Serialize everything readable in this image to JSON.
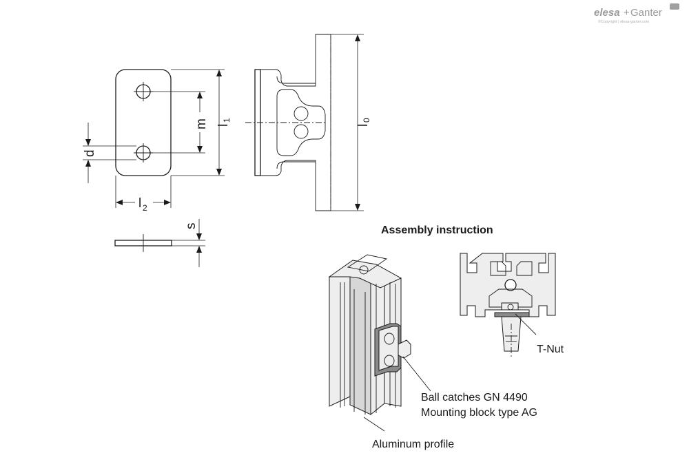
{
  "logo": {
    "brand_left": "elesa",
    "brand_sep": "+",
    "brand_right": "Ganter",
    "copyright": "©Copyright | elesa-ganter.com",
    "mark": "logo-mark"
  },
  "dimensions": {
    "l1": "l",
    "l1_sub": "1",
    "l2": "l",
    "l2_sub": "2",
    "l0": "l",
    "l0_sub": "0",
    "m": "m",
    "d": "d",
    "s": "s"
  },
  "assembly": {
    "title": "Assembly instruction",
    "tnut": "T-Nut",
    "ball_catches": "Ball catches GN 4490",
    "mounting_block": "Mounting block type AG",
    "profile": "Aluminum profile"
  }
}
